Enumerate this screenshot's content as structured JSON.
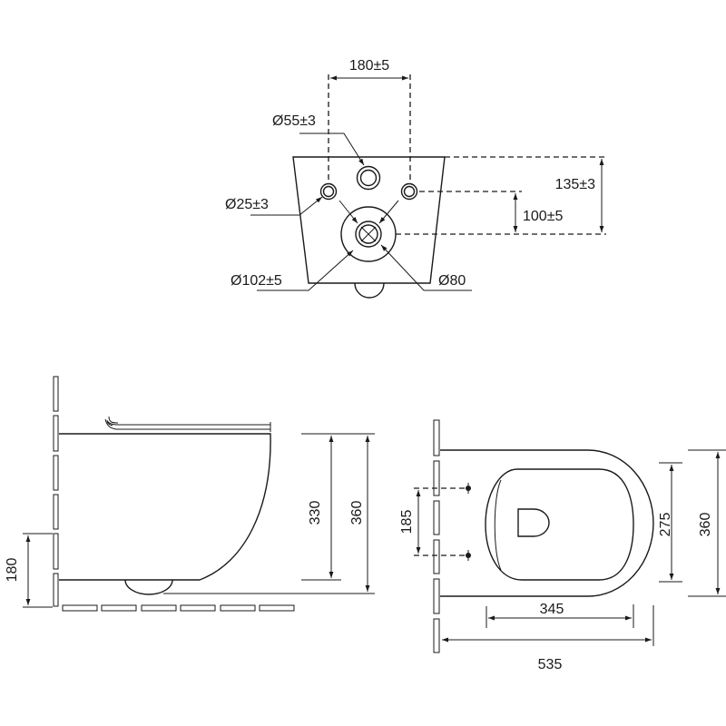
{
  "top_view": {
    "bolt_spacing": "180±5",
    "inlet_diameter": "Ø55±3",
    "bolt_hole_diameter": "Ø25±3",
    "outlet_outer_diameter": "Ø102±5",
    "outlet_inner_diameter": "Ø80",
    "inlet_height": "135±3",
    "bolt_height": "100±5"
  },
  "side_view": {
    "mount_height": "180",
    "bowl_height": "330",
    "total_height": "360"
  },
  "plan_view": {
    "bolt_spacing": "185",
    "seat_width": "275",
    "total_width": "360",
    "seat_length": "345",
    "total_length": "535"
  }
}
